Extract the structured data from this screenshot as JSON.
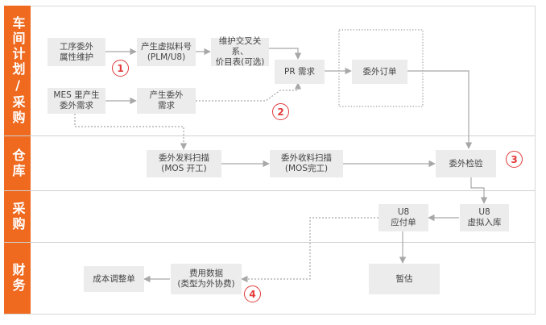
{
  "lanes": [
    {
      "label": "车间计划/采购"
    },
    {
      "label": "仓库"
    },
    {
      "label": "采购"
    },
    {
      "label": "财务"
    }
  ],
  "nodes": {
    "proc_attr": "工序委外\n属性维护",
    "virtual_item": "产生虚拟料号\n(PLM/U8)",
    "cross_ref": "维护交叉关系、\n价目表(可选)",
    "pr": "PR 需求",
    "outsource_order": "委外订单",
    "mes_demand": "MES 里产生\n委外需求",
    "gen_demand": "产生委外\n需求",
    "issue_scan": "委外发料扫描\n(MOS 开工)",
    "receive_scan": "委外收料扫描\n(MOS完工)",
    "inspect": "委外检验",
    "u8_payable": "U8\n应付单",
    "u8_virtual_in": "U8\n虚拟入库",
    "cost_adjust": "成本调整单",
    "expense_data": "费用数据\n(类型为外协费)",
    "estimate": "暂估"
  },
  "badges": [
    "1",
    "2",
    "3",
    "4"
  ],
  "colors": {
    "lane_bg": "#ef6a1f",
    "box_bg": "#ececec",
    "badge": "#e23a3a",
    "arrow": "#a8a8a8"
  }
}
